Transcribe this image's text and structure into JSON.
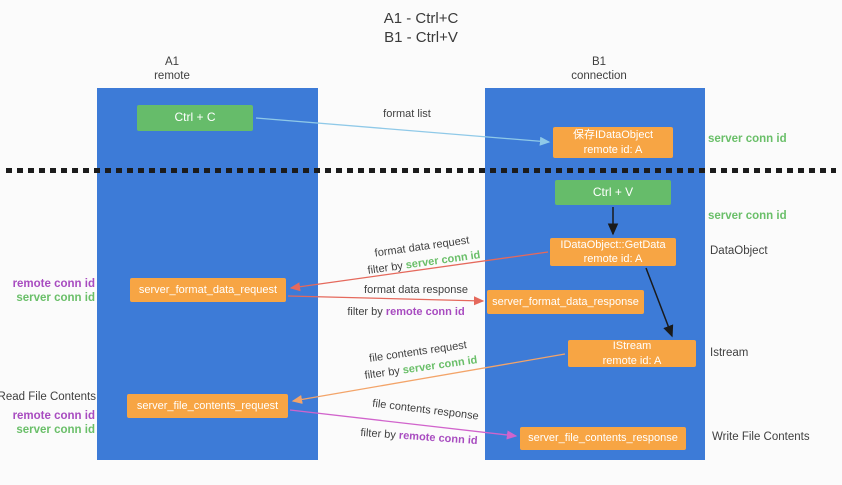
{
  "title": {
    "line1": "A1 - Ctrl+C",
    "line2": "B1 - Ctrl+V"
  },
  "lanes": {
    "left": {
      "name": "A1",
      "subtitle": "remote"
    },
    "right": {
      "name": "B1",
      "subtitle": "connection"
    }
  },
  "nodes": {
    "ctrl_c": "Ctrl + C",
    "ctrl_v": "Ctrl + V",
    "save_idataobject": {
      "line1": "保存IDataObject",
      "line2": "remote id: A"
    },
    "getdata": {
      "line1": "IDataObject::GetData",
      "line2": "remote id: A"
    },
    "istream": {
      "line1": "IStream",
      "line2": "remote id: A"
    },
    "format_request": "server_format_data_request",
    "format_response": "server_format_data_response",
    "file_request": "server_file_contents_request",
    "file_response": "server_file_contents_response"
  },
  "arrow_labels": {
    "format_list": "format list",
    "format_data_request": "format data request",
    "format_data_response": "format data response",
    "file_contents_request": "file contents request",
    "file_contents_response": "file contents response",
    "filter_by": "filter by",
    "server_conn_id": "server conn id",
    "remote_conn_id": "remote conn id"
  },
  "side_labels": {
    "left": {
      "remote_conn_id_top": "remote conn id",
      "server_conn_id_top": "server conn id",
      "read_file_contents": "Read File Contents",
      "remote_conn_id_bottom": "remote conn id",
      "server_conn_id_bottom": "server conn id"
    },
    "right": {
      "server_conn_id_top": "server conn id",
      "server_conn_id_mid": "server conn id",
      "dataobject": "DataObject",
      "istream": "Istream",
      "write_file_contents": "Write File Contents"
    }
  },
  "colors": {
    "lane_blue": "#3d7bd7",
    "box_green": "#66bc6a",
    "box_orange": "#f7a544",
    "label_green": "#6abf69",
    "label_purple": "#a84cc0",
    "arrow_red": "#e5695c",
    "arrow_magenta": "#d164cc",
    "arrow_blue": "#8fc9e8",
    "arrow_orange": "#f3a469",
    "arrow_black": "#1a1a1a"
  }
}
